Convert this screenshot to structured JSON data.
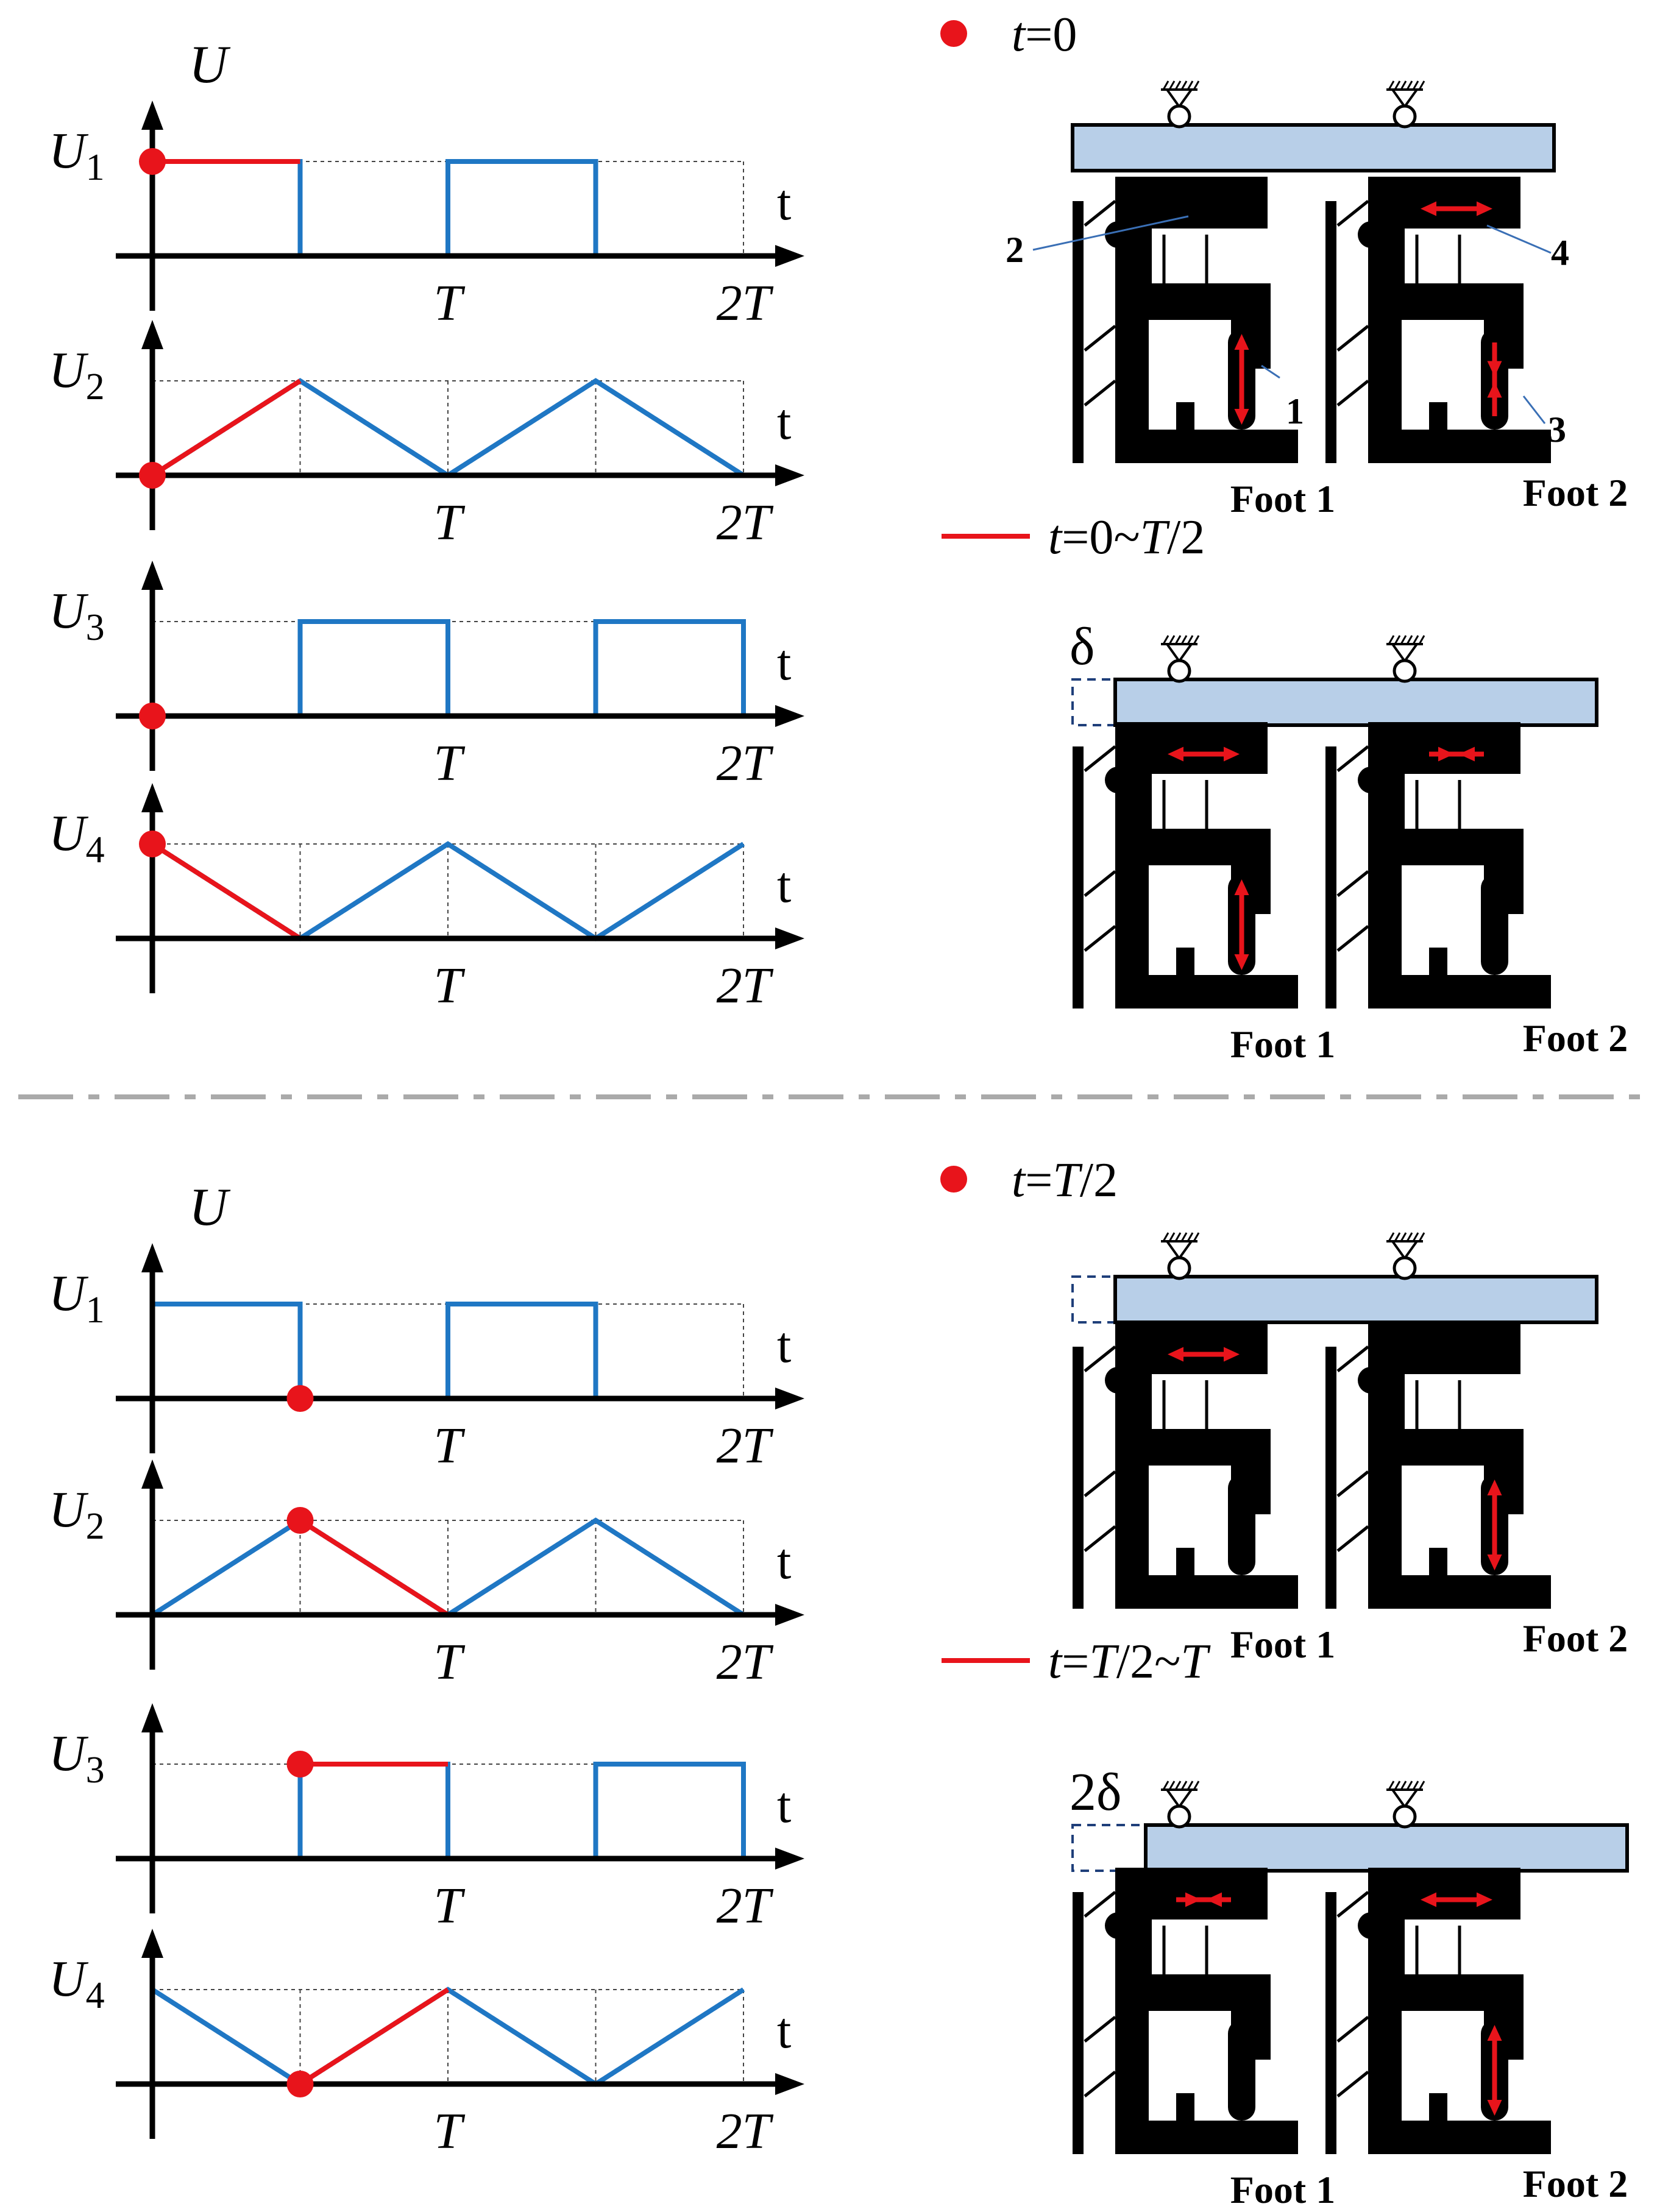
{
  "colors": {
    "axis": "#000000",
    "signal": "#1f77c4",
    "active": "#e8141b",
    "platform": "#b8cfe8",
    "platform_edge": "#000000",
    "leader": "#3a6fb5",
    "divider": "#aaaaaa"
  },
  "panels": [
    {
      "id": "top",
      "axis_title": "U",
      "legend_dot": "t=0",
      "legend_line": "t=0~T/2",
      "states": [
        {
          "offset_label": "",
          "foot1": "Foot 1",
          "foot2": "Foot 2",
          "numbers": [
            "1",
            "2",
            "3",
            "4"
          ]
        },
        {
          "offset_label": "δ",
          "foot1": "Foot 1",
          "foot2": "Foot 2",
          "numbers": []
        }
      ],
      "plots": [
        {
          "label": "U",
          "sub": "1",
          "t": "t",
          "x1": "T",
          "x2": "2T",
          "waveform": "square-high-first",
          "dot": [
            0,
            1
          ],
          "active": [
            0,
            0.5
          ]
        },
        {
          "label": "U",
          "sub": "2",
          "t": "t",
          "x1": "T",
          "x2": "2T",
          "waveform": "triangle-up-first",
          "dot": [
            0,
            0
          ],
          "active": [
            0,
            0.5
          ]
        },
        {
          "label": "U",
          "sub": "3",
          "t": "t",
          "x1": "T",
          "x2": "2T",
          "waveform": "square-low-first",
          "dot": [
            0,
            0
          ],
          "active": [
            0,
            0.5
          ]
        },
        {
          "label": "U",
          "sub": "4",
          "t": "t",
          "x1": "T",
          "x2": "2T",
          "waveform": "triangle-down-first",
          "dot": [
            0,
            1
          ],
          "active": [
            0,
            0.5
          ]
        }
      ]
    },
    {
      "id": "bottom",
      "axis_title": "U",
      "legend_dot": "t=T/2",
      "legend_line": "t=T/2~T",
      "states": [
        {
          "offset_label": "",
          "foot1": "Foot 1",
          "foot2": "Foot 2",
          "numbers": []
        },
        {
          "offset_label": "2δ",
          "foot1": "Foot 1",
          "foot2": "Foot 2",
          "numbers": []
        }
      ],
      "plots": [
        {
          "label": "U",
          "sub": "1",
          "t": "t",
          "x1": "T",
          "x2": "2T",
          "waveform": "square-high-first",
          "dot": [
            0.5,
            0
          ],
          "active": [
            0.5,
            1
          ]
        },
        {
          "label": "U",
          "sub": "2",
          "t": "t",
          "x1": "T",
          "x2": "2T",
          "waveform": "triangle-up-first",
          "dot": [
            0.5,
            1
          ],
          "active": [
            0.5,
            1
          ]
        },
        {
          "label": "U",
          "sub": "3",
          "t": "t",
          "x1": "T",
          "x2": "2T",
          "waveform": "square-low-first",
          "dot": [
            0.5,
            1
          ],
          "active": [
            0.5,
            1
          ]
        },
        {
          "label": "U",
          "sub": "4",
          "t": "t",
          "x1": "T",
          "x2": "2T",
          "waveform": "triangle-down-first",
          "dot": [
            0.5,
            0
          ],
          "active": [
            0.5,
            1
          ]
        }
      ]
    }
  ]
}
